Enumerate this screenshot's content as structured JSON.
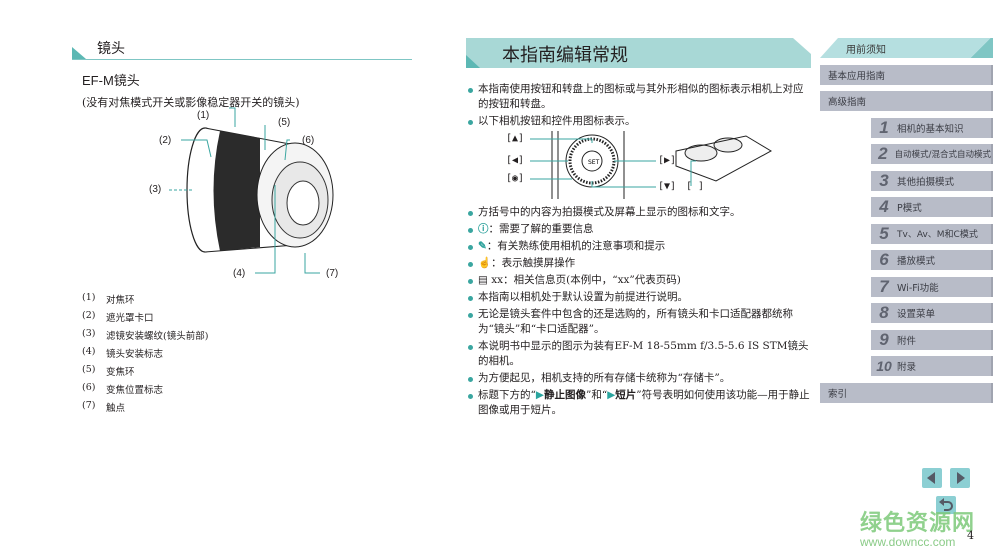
{
  "left": {
    "section_title": "镜头",
    "subtitle": "EF-M镜头",
    "description": "(没有对焦模式开关或影像稳定器开关的镜头)",
    "figure_labels": [
      "(1)",
      "(2)",
      "(3)",
      "(4)",
      "(5)",
      "(6)",
      "(7)"
    ],
    "parts": [
      {
        "num": "(1)",
        "label": "对焦环"
      },
      {
        "num": "(2)",
        "label": "遮光罩卡口"
      },
      {
        "num": "(3)",
        "label": "滤镜安装螺纹(镜头前部)"
      },
      {
        "num": "(4)",
        "label": "镜头安装标志"
      },
      {
        "num": "(5)",
        "label": "变焦环"
      },
      {
        "num": "(6)",
        "label": "变焦位置标志"
      },
      {
        "num": "(7)",
        "label": "触点"
      }
    ]
  },
  "middle": {
    "title": "本指南编辑常规",
    "bullets": [
      "本指南使用按钮和转盘上的图标或与其外形相似的图标表示相机上对应的按钮和转盘。",
      "以下相机按钮和控件用图标表示。",
      "方括号中的内容为拍摄模式及屏幕上显示的图标和文字。",
      "：需要了解的重要信息",
      "：有关熟练使用相机的注意事项和提示",
      "：表示触摸屏操作",
      "xx：相关信息页(本例中，“xx”代表页码)",
      "本指南以相机处于默认设置为前提进行说明。",
      "无论是镜头套件中包含的还是选购的，所有镜头和卡口适配器都统称为“镜头”和“卡口适配器”。",
      "本说明书中显示的图示为装有EF-M 18-55mm f/3.5-5.6 IS STM镜头的相机。",
      "为方便起见，相机支持的所有存储卡统称为“存储卡”。"
    ],
    "last_bullet": {
      "prefix": "标题下方的“",
      "still": "静止图像",
      "mid": "”和“",
      "movie": "短片",
      "suffix": "”符号表明如何使用该功能—用于静止图像或用于短片。"
    },
    "control_labels": {
      "up": "[▲]",
      "left": "[◀]",
      "center": "[◉]",
      "right": "[▶]",
      "down": "[▼]",
      "dial": "[ ]"
    },
    "icons": {
      "important": "ⓘ",
      "tips": "✎",
      "touch": "☝",
      "book": "📖",
      "play": "▶"
    }
  },
  "nav": {
    "top": "用前须知",
    "items_lvl0": [
      "基本应用指南",
      "高级指南"
    ],
    "chapters": [
      {
        "num": "1",
        "label": "相机的基本知识"
      },
      {
        "num": "2",
        "label": "自动模式/混合式自动模式"
      },
      {
        "num": "3",
        "label": "其他拍摄模式"
      },
      {
        "num": "4",
        "label": "P模式"
      },
      {
        "num": "5",
        "label": "Tv、Av、M和C模式"
      },
      {
        "num": "6",
        "label": "播放模式"
      },
      {
        "num": "7",
        "label": "Wi-Fi功能"
      },
      {
        "num": "8",
        "label": "设置菜单"
      },
      {
        "num": "9",
        "label": "附件"
      },
      {
        "num": "10",
        "label": "附录"
      }
    ],
    "index": "索引"
  },
  "footer": {
    "page_number": "4",
    "watermark_cn": "绿色资源网",
    "watermark_url": "www.downcc.com"
  },
  "colors": {
    "accent_teal": "#5cb8b4",
    "banner_teal": "#a8d8d6",
    "nav_gray": "#b8bcc8",
    "bullet_teal": "#3aa6a0"
  }
}
